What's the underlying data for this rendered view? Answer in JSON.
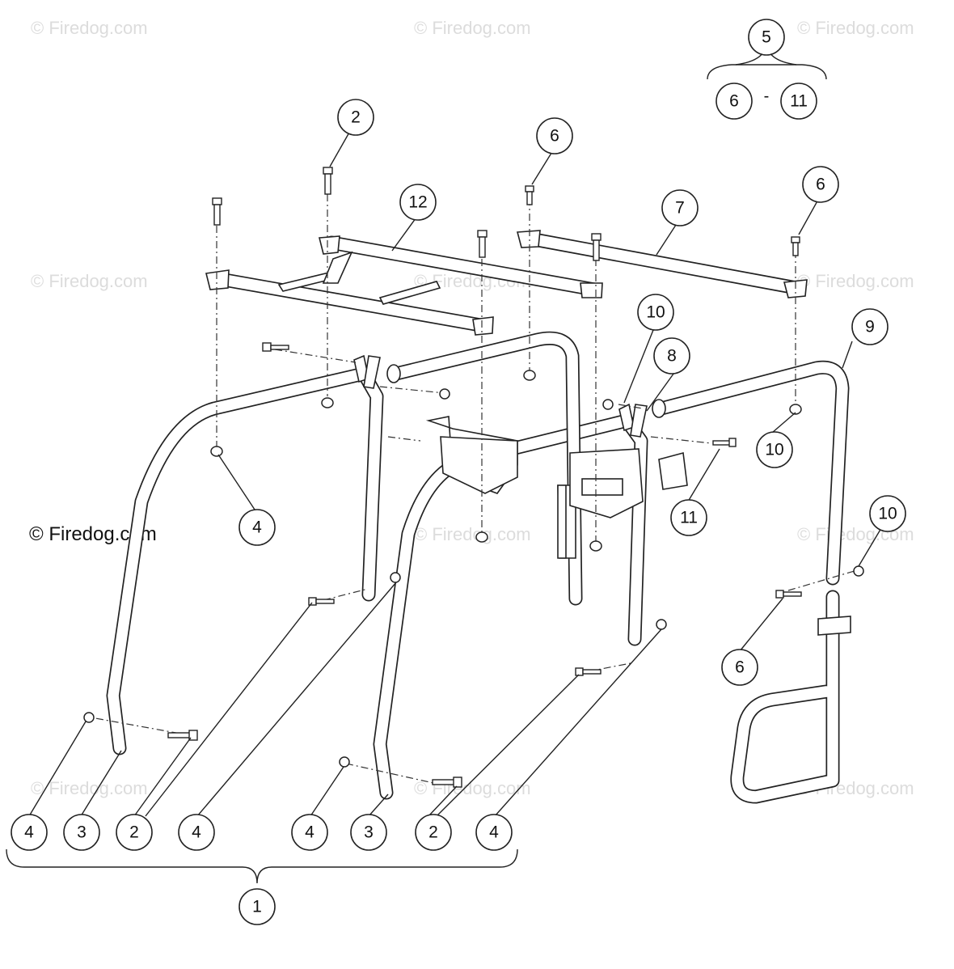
{
  "watermark": {
    "text": "© Firedog.com",
    "color": "#d8d8d8"
  },
  "callouts": {
    "c1": "1",
    "c2a": "2",
    "c2b": "2",
    "c2c": "2",
    "c3a": "3",
    "c3b": "3",
    "c4a": "4",
    "c4b": "4",
    "c4c": "4",
    "c4d": "4",
    "c4e": "4",
    "c5": "5",
    "c6top": "6",
    "c6a": "6",
    "c6b": "6",
    "c6c": "6",
    "c7": "7",
    "c8": "8",
    "c9": "9",
    "c10a": "10",
    "c10b": "10",
    "c10c": "10",
    "c11a": "11",
    "c11b": "11",
    "c12": "12"
  },
  "kit_range_separator": "-",
  "colors": {
    "line": "#222222",
    "background": "#ffffff"
  }
}
